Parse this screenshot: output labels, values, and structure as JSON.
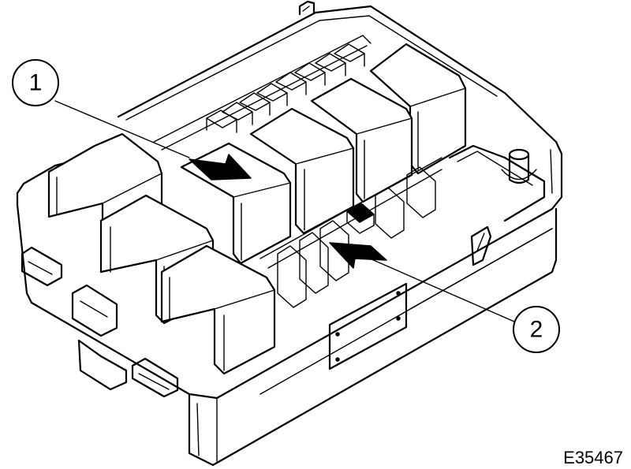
{
  "diagram": {
    "subject": "fuse-and-relay-box",
    "callouts": [
      {
        "label": "1",
        "points_to": "relay"
      },
      {
        "label": "2",
        "points_to": "fuse"
      }
    ],
    "reference_code": "E35467",
    "line_color": "#000000",
    "background_color": "#ffffff"
  }
}
